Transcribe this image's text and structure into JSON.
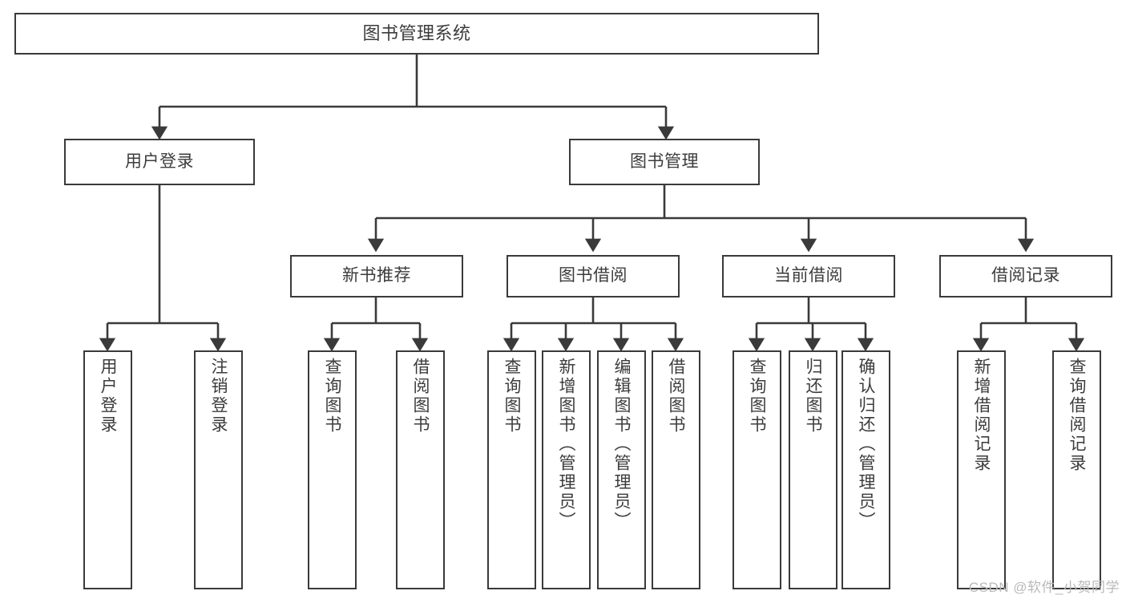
{
  "diagram": {
    "title": "图书管理系统",
    "type": "functional-decomposition-tree",
    "root": {
      "label": "图书管理系统"
    },
    "level2": [
      {
        "label": "用户登录"
      },
      {
        "label": "图书管理"
      }
    ],
    "level3": [
      {
        "label": "新书推荐"
      },
      {
        "label": "图书借阅"
      },
      {
        "label": "当前借阅"
      },
      {
        "label": "借阅记录"
      }
    ],
    "leaves": {
      "user_login": [
        {
          "label": "用户登录"
        },
        {
          "label": "注销登录"
        }
      ],
      "new_book_recommend": [
        {
          "label": "查询图书"
        },
        {
          "label": "借阅图书"
        }
      ],
      "book_borrow": [
        {
          "label": "查询图书"
        },
        {
          "label": "新增图书（管理员）"
        },
        {
          "label": "编辑图书（管理员）"
        },
        {
          "label": "借阅图书"
        }
      ],
      "current_borrow": [
        {
          "label": "查询图书"
        },
        {
          "label": "归还图书"
        },
        {
          "label": "确认归还（管理员）"
        }
      ],
      "borrow_record": [
        {
          "label": "新增借阅记录"
        },
        {
          "label": "查询借阅记录"
        }
      ]
    }
  },
  "watermark": {
    "text": "CSDN @软件_小贺同学"
  },
  "colors": {
    "stroke": "#3a3a3a",
    "text": "#3c3c3c",
    "background": "#ffffff",
    "watermark": "#b9b9b9"
  }
}
